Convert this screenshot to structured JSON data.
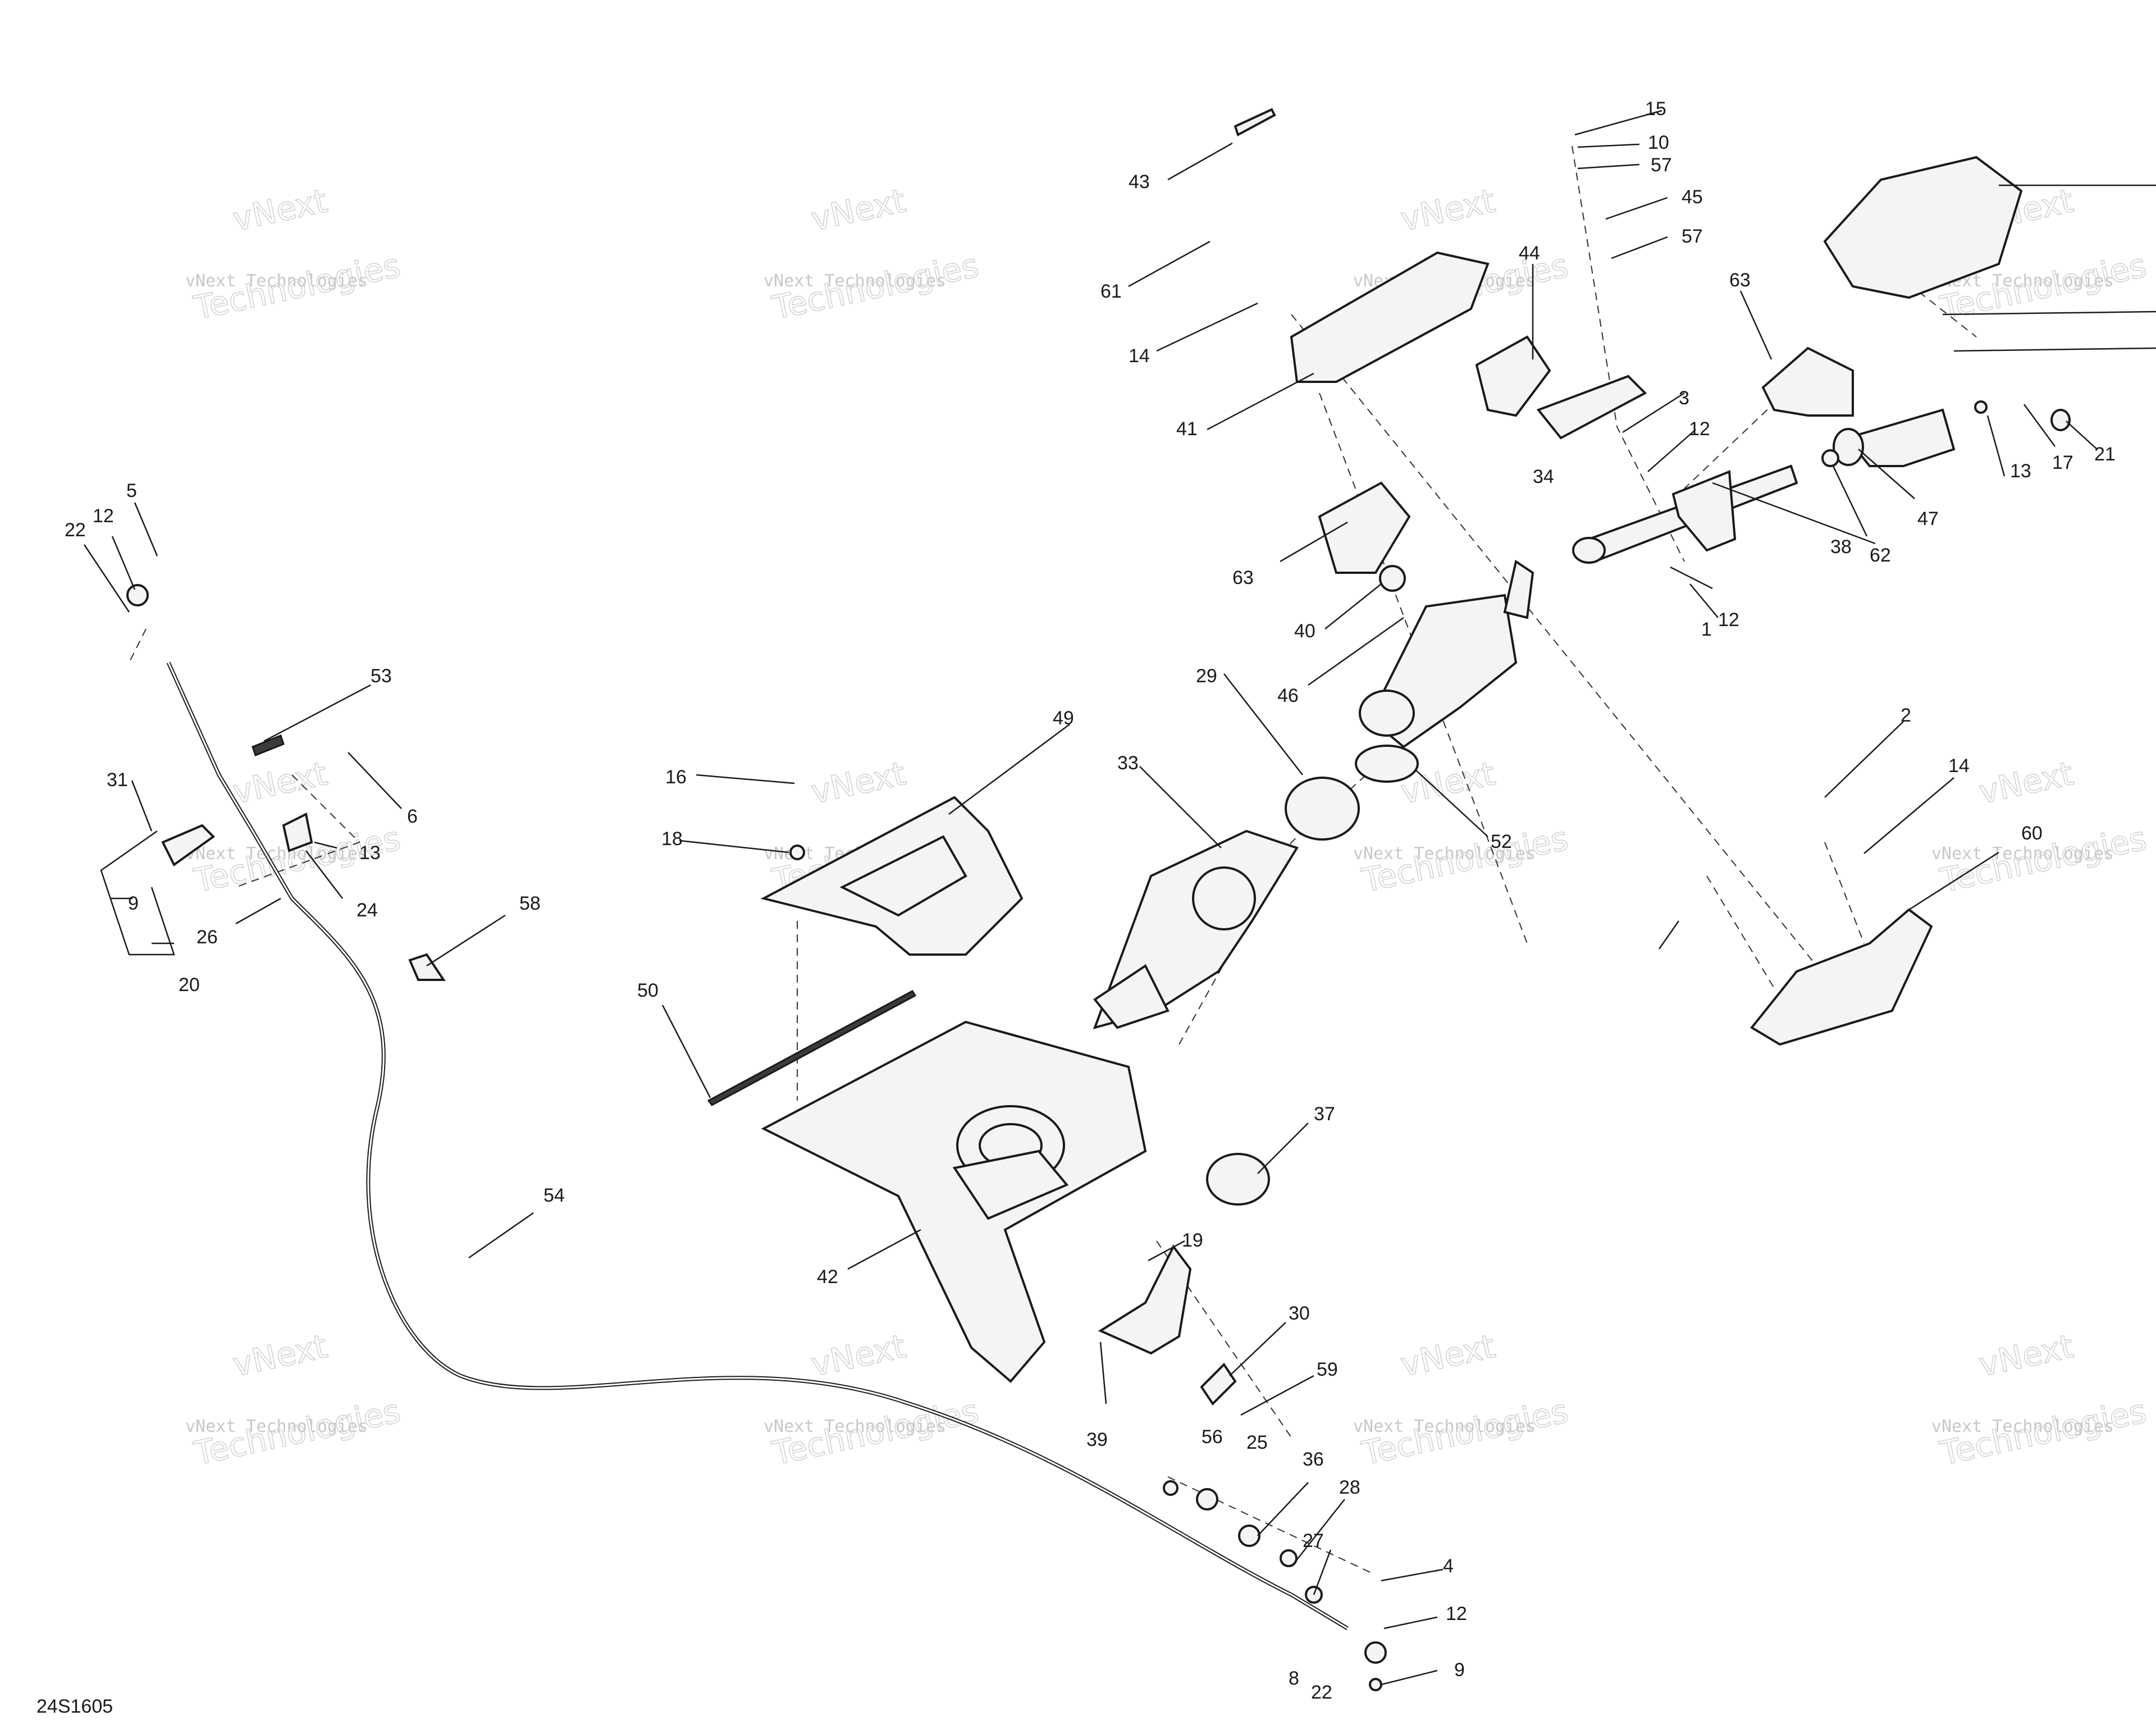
{
  "document_id": "24S1605",
  "watermark": {
    "line1": "vNext",
    "line2": "vNext Technologies",
    "line3": "Technologies"
  },
  "callouts": [
    "1",
    "2",
    "3",
    "4",
    "5",
    "6",
    "8",
    "9",
    "10",
    "12",
    "13",
    "14",
    "15",
    "16",
    "17",
    "18",
    "19",
    "20",
    "21",
    "22",
    "24",
    "25",
    "26",
    "27",
    "28",
    "29",
    "30",
    "31",
    "33",
    "34",
    "36",
    "37",
    "38",
    "39",
    "40",
    "41",
    "42",
    "43",
    "44",
    "45",
    "46",
    "47",
    "49",
    "50",
    "52",
    "53",
    "54",
    "56",
    "57",
    "58",
    "59",
    "60",
    "61",
    "62",
    "63"
  ]
}
